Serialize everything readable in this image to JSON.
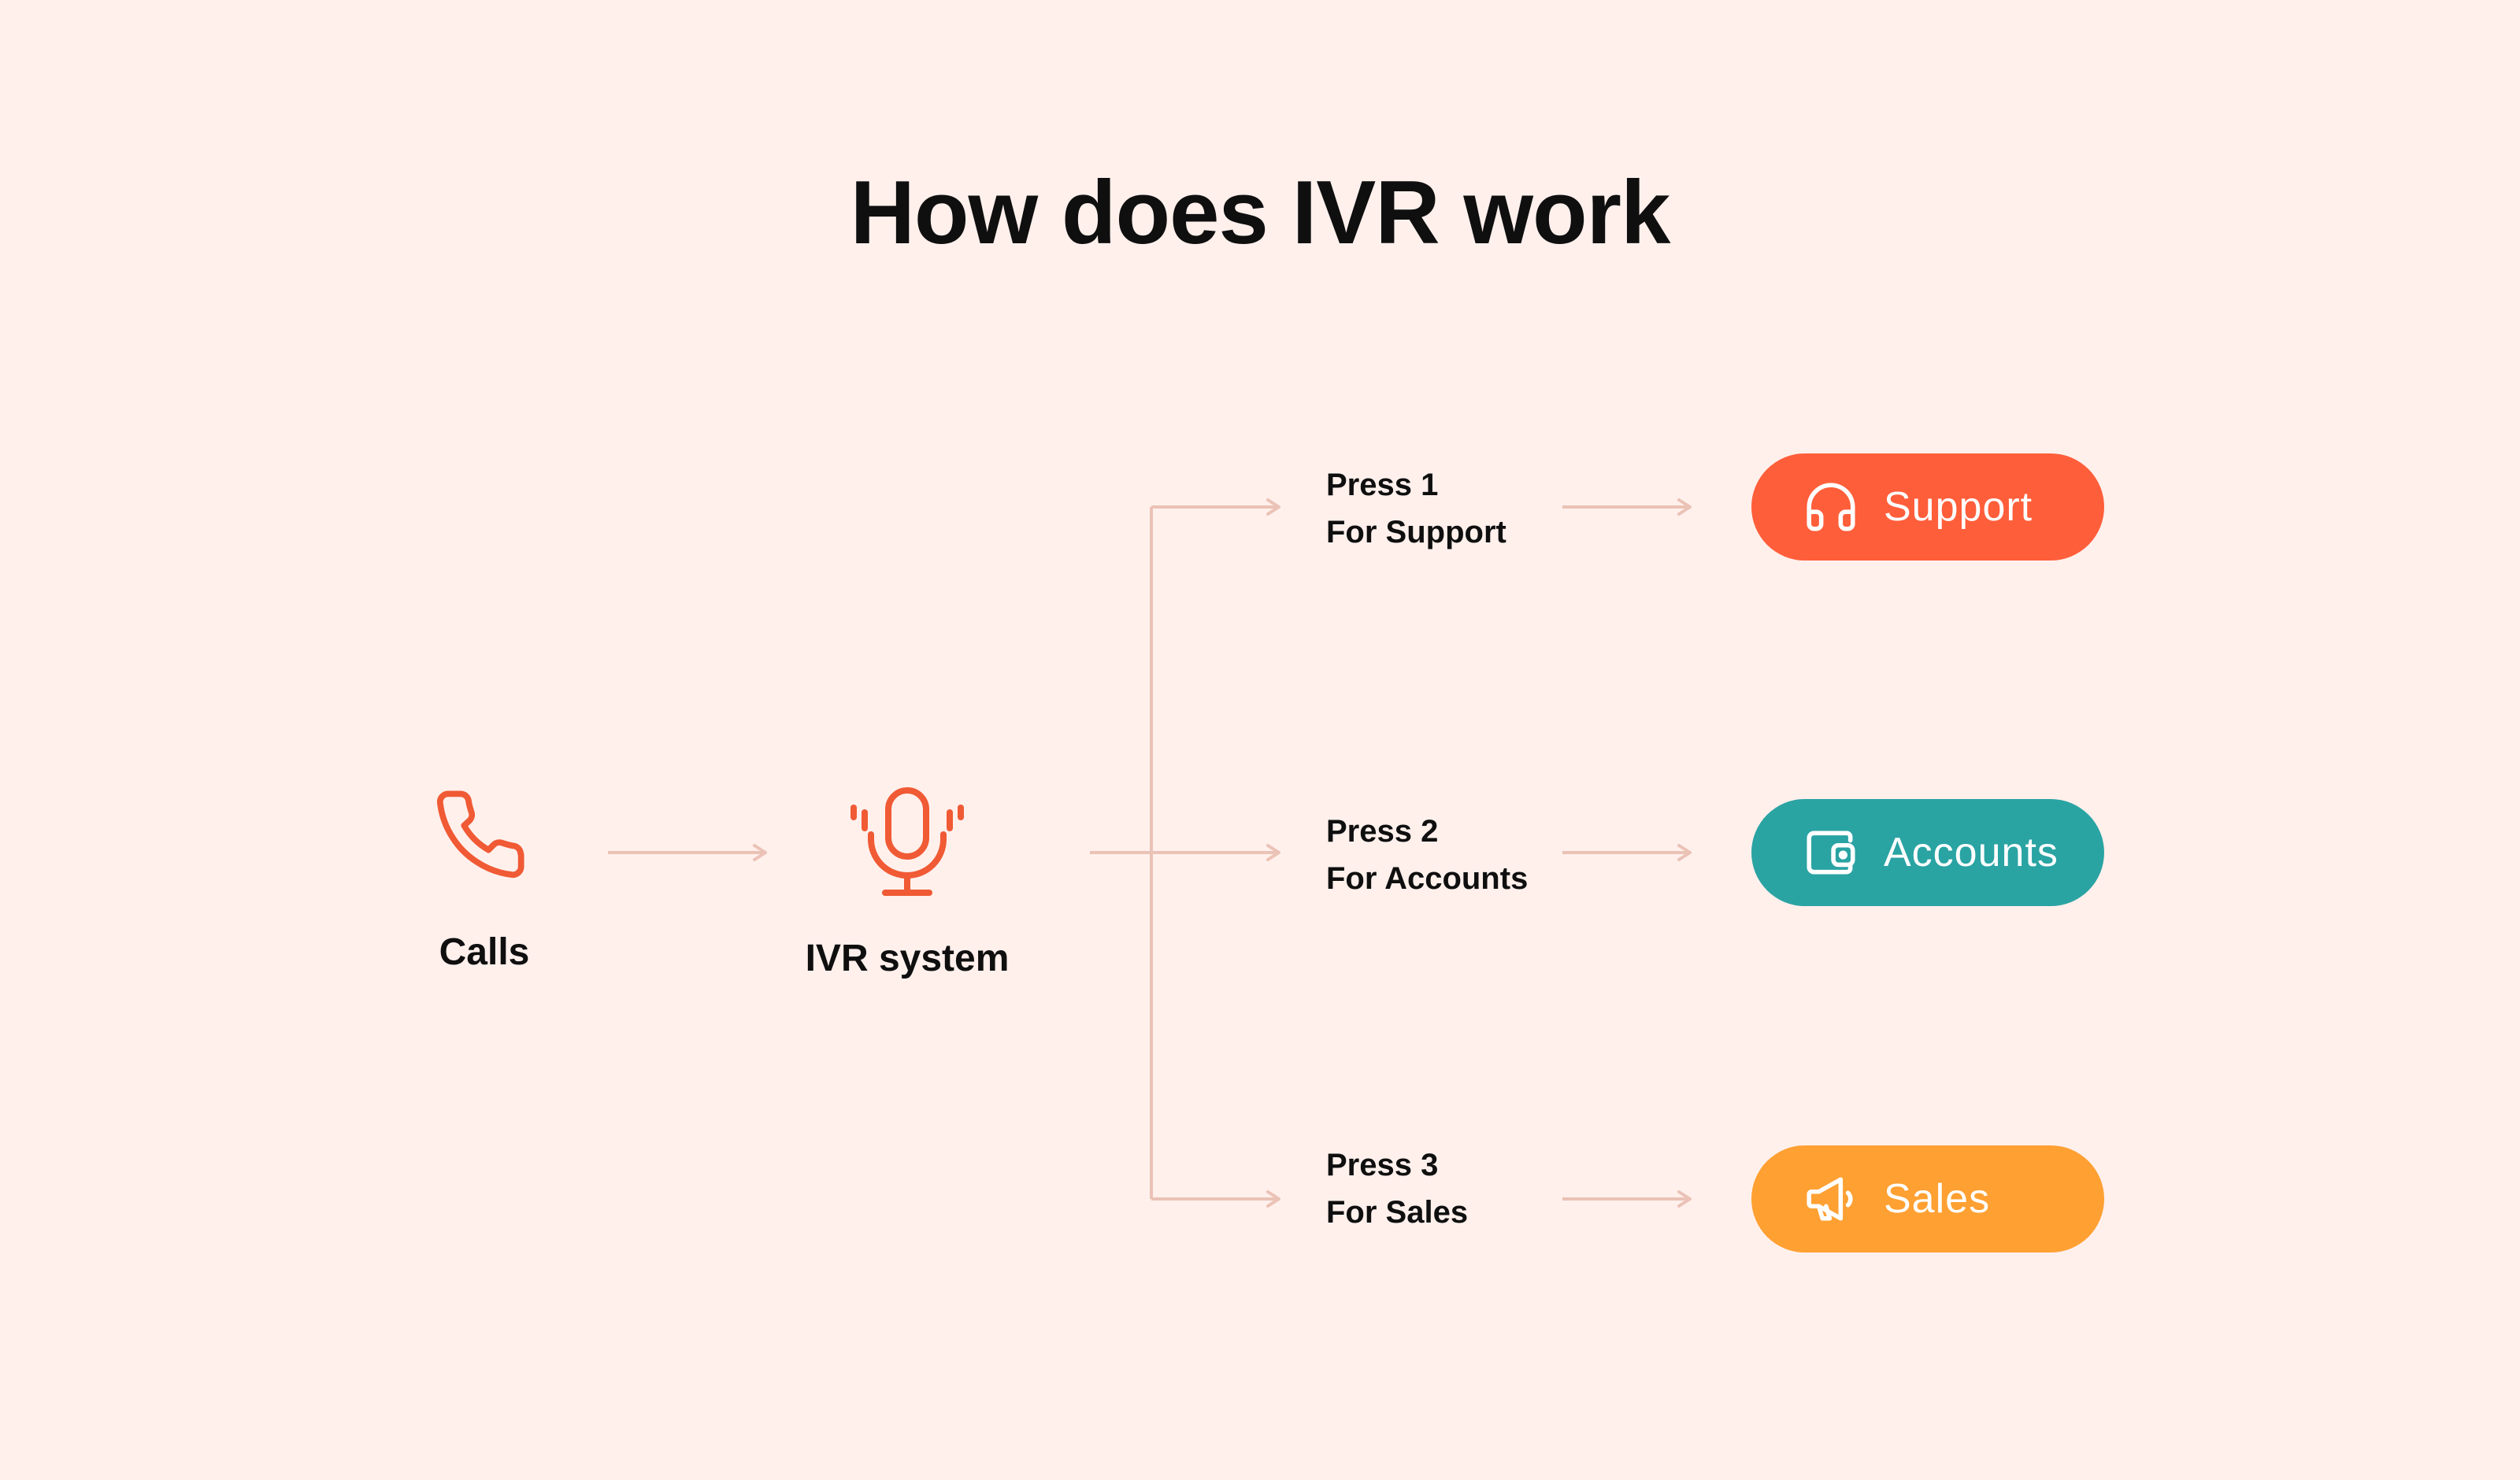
{
  "title": "How does IVR work",
  "colors": {
    "background": "#FFF0EC",
    "connector": "#EBC2B6",
    "icon_accent": "#F05A34",
    "support": "#FF5E3A",
    "accounts": "#2AA3A3",
    "sales": "#FFA032",
    "text": "#0F0F0F"
  },
  "nodes": {
    "calls": {
      "label": "Calls",
      "icon": "phone-icon"
    },
    "ivr": {
      "label": "IVR system",
      "icon": "microphone-icon"
    }
  },
  "options": [
    {
      "line1": "Press 1",
      "line2": "For Support",
      "department": "Support",
      "icon": "headphones-icon",
      "color": "#FF5E3A"
    },
    {
      "line1": "Press 2",
      "line2": "For Accounts",
      "department": "Accounts",
      "icon": "wallet-icon",
      "color": "#2AA3A3"
    },
    {
      "line1": "Press 3",
      "line2": "For Sales",
      "department": "Sales",
      "icon": "megaphone-icon",
      "color": "#FFA032"
    }
  ]
}
